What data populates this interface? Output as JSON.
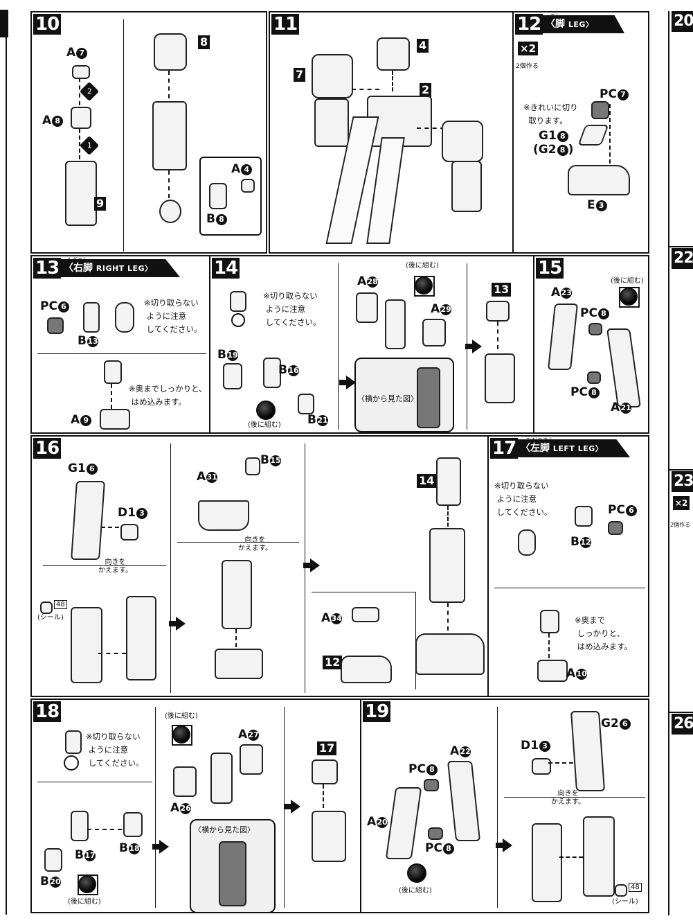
{
  "steps": {
    "s10": {
      "no": "10",
      "labels": {
        "a7": "A",
        "a8": "A",
        "p9": "9",
        "p8": "8",
        "a4": "A",
        "b8": "B"
      },
      "nums": {
        "a7": "7",
        "a8": "8",
        "a4": "4",
        "b8": "8",
        "o1": "1",
        "o2": "2"
      }
    },
    "s11": {
      "no": "11",
      "refs": {
        "r7": "7",
        "r4": "4",
        "r2": "2"
      }
    },
    "s12": {
      "no": "12",
      "title_jp": "〈脚",
      "title_en": "LEG〉",
      "ruby": "あし",
      "x2": "×2",
      "x2_note": "2個作る",
      "pc7": "PC",
      "pc7n": "7",
      "note": "※きれいに切り\n  取ります。",
      "g18": "G1",
      "g18n": "8",
      "g28": "(G2",
      "g28n": "8",
      "g28close": ")",
      "e3": "E",
      "e3n": "3"
    },
    "s13": {
      "no": "13",
      "title_jp": "〈右脚",
      "title_en": "RIGHT LEG〉",
      "ruby": "みぎあし",
      "pc6": "PC",
      "pc6n": "6",
      "b13": "B",
      "b13n": "13",
      "note1": "※切り取らない\n ように注意\n してください。",
      "note2": "※奥までしっかりと、\n はめ込みます。",
      "a9": "A",
      "a9n": "9"
    },
    "s14": {
      "no": "14",
      "note": "※切り取らない\n ように注意\n してください。",
      "b19": "B",
      "b19n": "19",
      "b16": "B",
      "b16n": "16",
      "b21": "B",
      "b21n": "21",
      "later1": "(後に組む)",
      "a28": "A",
      "a28n": "28",
      "a29": "A",
      "a29n": "29",
      "later2": "(後に組む)",
      "side_view": "〈横から見た図〉",
      "ref13": "13"
    },
    "s15": {
      "no": "15",
      "a23": "A",
      "a23n": "23",
      "later": "(後に組む)",
      "pc8a": "PC",
      "pc8an": "8",
      "pc8b": "PC",
      "pc8bn": "8",
      "a21": "A",
      "a21n": "21"
    },
    "s16": {
      "no": "16",
      "g16": "G1",
      "g16n": "6",
      "d13": "D1",
      "d13n": "3",
      "turn1": "向きを\nかえます。",
      "sticker": "48",
      "sticker_lbl": "(シール)",
      "a31": "A",
      "a31n": "31",
      "b15": "B",
      "b15n": "15",
      "turn2": "向きを\nかえます。",
      "ref14": "14",
      "a34": "A",
      "a34n": "34",
      "ref12": "12"
    },
    "s17": {
      "no": "17",
      "title_jp": "〈左脚",
      "title_en": "LEFT LEG〉",
      "ruby": "ひだりあし",
      "note1": "※切り取らない\n ように注意\n してください。",
      "pc6": "PC",
      "pc6n": "6",
      "b12": "B",
      "b12n": "12",
      "note2": "※奥まで\n しっかりと、\n はめ込みます。",
      "a10": "A",
      "a10n": "10"
    },
    "s18": {
      "no": "18",
      "note": "※切り取らない\n ように注意\n してください。",
      "b17": "B",
      "b17n": "17",
      "b18": "B",
      "b18n": "18",
      "b20": "B",
      "b20n": "20",
      "later1": "(後に組む)",
      "later2": "(後に組む)",
      "a27": "A",
      "a27n": "27",
      "a26": "A",
      "a26n": "26",
      "side_view": "〈横から見た図〉",
      "ref17": "17"
    },
    "s19": {
      "no": "19",
      "a22": "A",
      "a22n": "22",
      "pc8a": "PC",
      "pc8an": "8",
      "a20": "A",
      "a20n": "20",
      "pc8b": "PC",
      "pc8bn": "8",
      "later": "(後に組む)",
      "d13": "D1",
      "d13n": "3",
      "g26": "G2",
      "g26n": "6",
      "turn": "向きを\nかえます。",
      "sticker": "48",
      "sticker_lbl": "(シール)"
    }
  },
  "edge": {
    "s20": "20",
    "s22": "22",
    "s23": "23",
    "s23x2": "×2",
    "s23note": "2個作る",
    "s26": "26"
  }
}
